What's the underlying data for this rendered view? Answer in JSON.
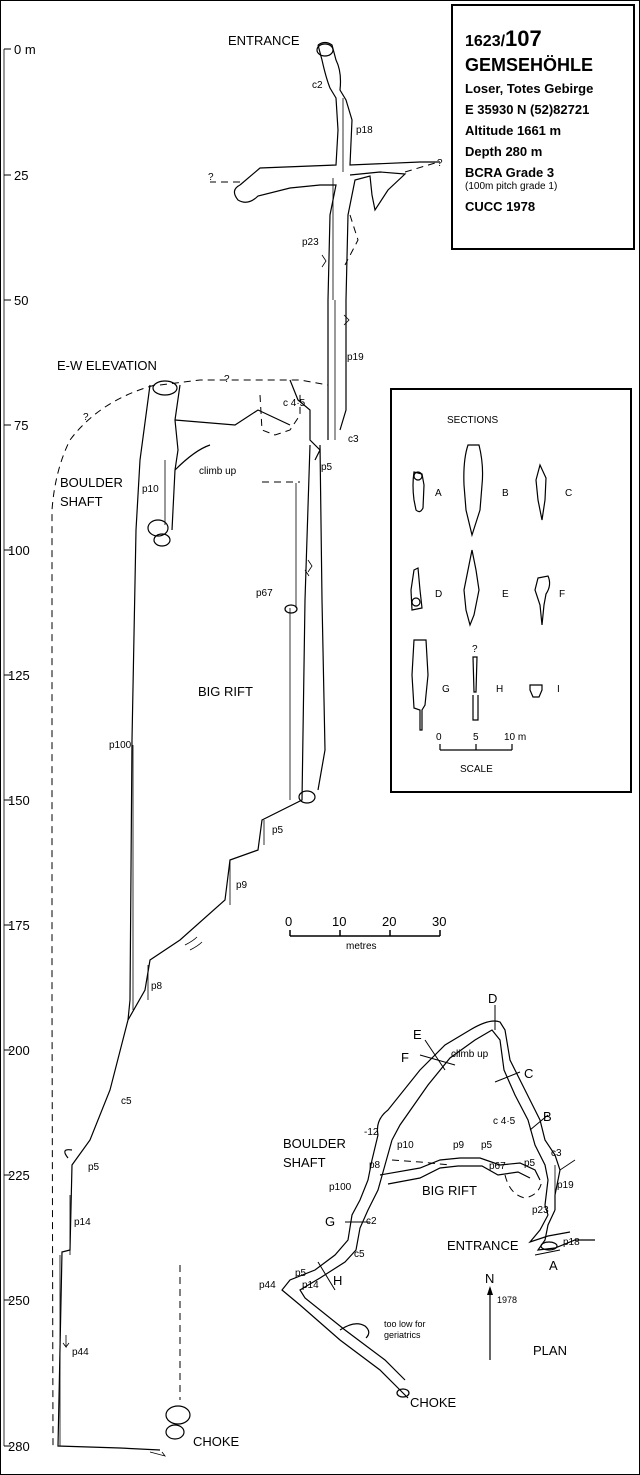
{
  "title_block": {
    "number_prefix": "1623/",
    "number_main": "107",
    "name": "GEMSEHÖHLE",
    "location": "Loser, Totes Gebirge",
    "grid_ref": "E 35930   N (52)82721",
    "altitude": "Altitude 1661 m",
    "depth": "Depth 280 m",
    "grade": "BCRA Grade 3",
    "grade_note": "(100m pitch grade 1)",
    "credit": "CUCC 1978"
  },
  "depth_axis": {
    "ticks": [
      "0 m",
      "25",
      "50",
      "75",
      "100",
      "125",
      "150",
      "175",
      "200",
      "225",
      "250",
      "280"
    ]
  },
  "elevation": {
    "heading": "E-W ELEVATION",
    "entrance": "ENTRANCE",
    "boulder_shaft_1": "BOULDER",
    "boulder_shaft_2": "SHAFT",
    "big_rift": "BIG  RIFT",
    "choke": "CHOKE",
    "climb_up": "climb up",
    "question": "?",
    "pitches": {
      "c2": "c2",
      "p18": "p18",
      "p23": "p23",
      "p19": "p19",
      "c45": "c 4·5",
      "c3": "c3",
      "p5_top": "p5",
      "p10": "p10",
      "p67": "p67",
      "p100": "p100",
      "p5_mid": "p5",
      "p9": "p9",
      "p8": "p8",
      "c5": "c5",
      "p5_low": "p5",
      "p14": "p14",
      "p44": "p44"
    }
  },
  "scale_bar": {
    "ticks": [
      "0",
      "10",
      "20",
      "30"
    ],
    "unit": "metres"
  },
  "sections": {
    "heading": "SECTIONS",
    "labels": [
      "A",
      "B",
      "C",
      "D",
      "E",
      "F",
      "G",
      "H",
      "I"
    ],
    "question": "?",
    "scale_ticks": [
      "0",
      "5",
      "10 m"
    ],
    "scale_label": "SCALE"
  },
  "plan": {
    "title": "PLAN",
    "north": "N",
    "north_year": "1978",
    "entrance": "ENTRANCE",
    "boulder_shaft_1": "BOULDER",
    "boulder_shaft_2": "SHAFT",
    "big_rift": "BIG  RIFT",
    "choke": "CHOKE",
    "climb_up": "climb up",
    "too_low_1": "too low for",
    "too_low_2": "geriatrics",
    "minus12": "-12",
    "section_marks": [
      "D",
      "E",
      "F",
      "C",
      "B",
      "G",
      "H",
      "A"
    ],
    "pitches": {
      "p10": "p10",
      "p9": "p9",
      "p5a": "p5",
      "c45": "c 4·5",
      "c3": "c3",
      "p8": "p8",
      "p67": "p67",
      "p5b": "p5",
      "p100": "p100",
      "p19": "p19",
      "c2": "c2",
      "p23": "p23",
      "p18": "p18",
      "c5": "c5",
      "p5c": "p5",
      "p14": "p14",
      "p44": "p44"
    }
  }
}
